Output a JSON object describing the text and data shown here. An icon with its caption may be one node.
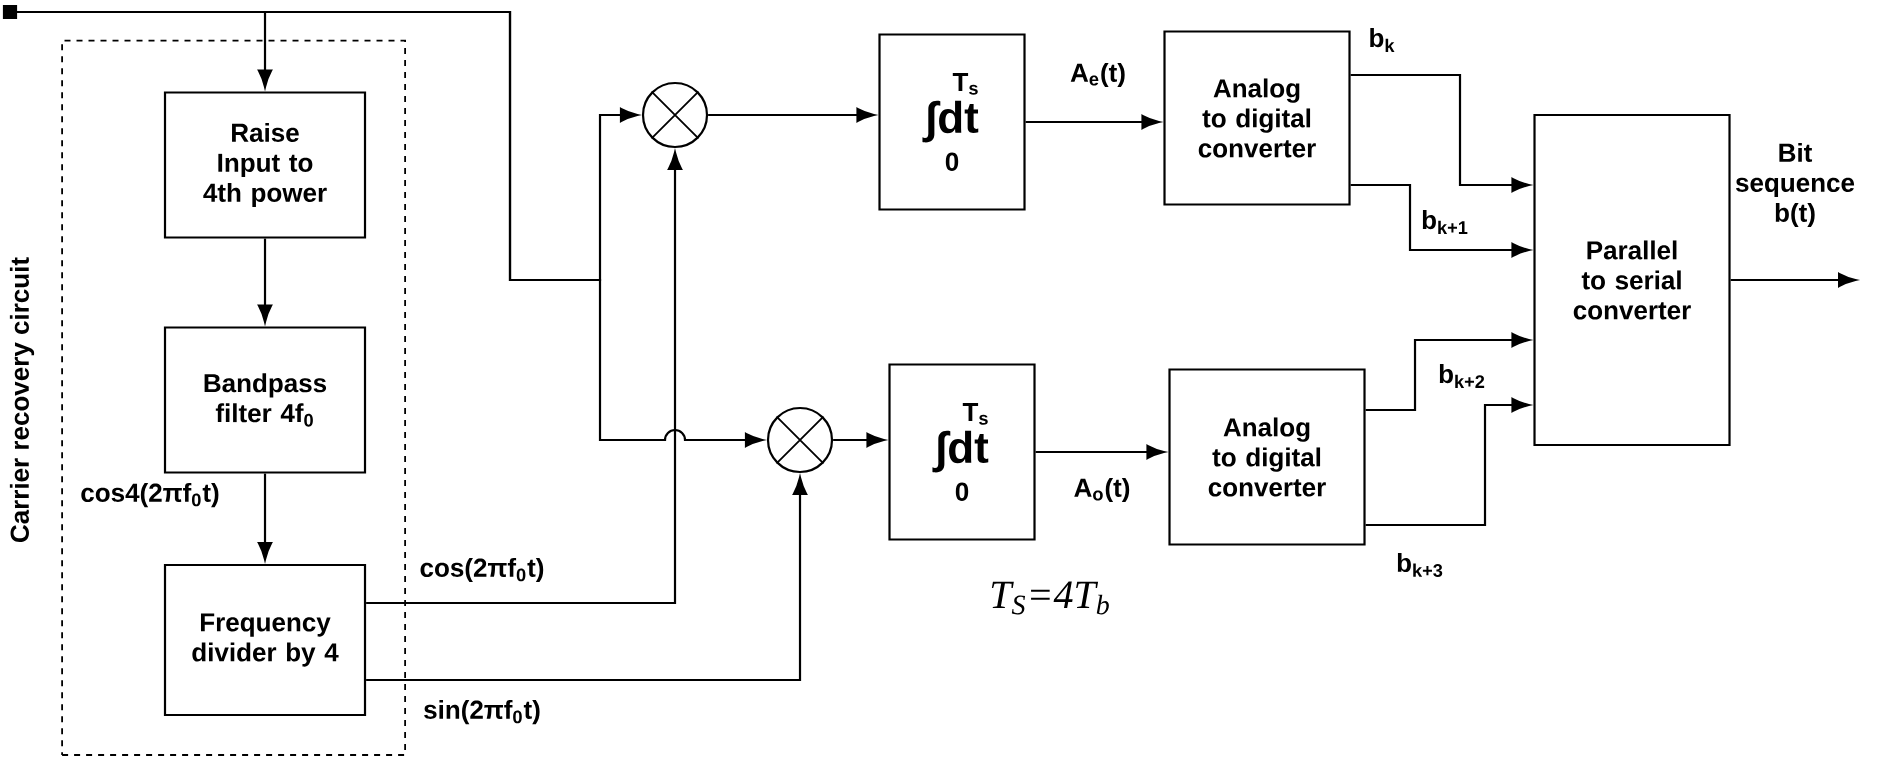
{
  "diagram": {
    "nodes": [
      {
        "text": [
          "Carrier recovery circuit"
        ]
      },
      {
        "text": [
          "Raise Input to 4th power"
        ],
        "in": 0
      },
      {
        "text": [
          "Bandpass filter 4f$_{0}$"
        ],
        "in": 0
      },
      {
        "text": [
          "Frequency divider by 4"
        ],
        "in": 0
      },
      {
        "text": [],
        "shape": "box"
      },
      {
        "text": [],
        "shape": "circle"
      },
      {
        "text": [],
        "shape": "circle"
      },
      {
        "text": [
          "T$_{s}$",
          "∫dt",
          "0"
        ]
      },
      {
        "text": [
          "T$_{s}$",
          "∫dt",
          "0"
        ]
      },
      {
        "text": [
          "Analog to digital converter"
        ]
      },
      {
        "text": [
          "Analog to digital converter"
        ]
      },
      {
        "text": [
          "Parallel to serial converter"
        ]
      }
    ],
    "edges": [
      {
        "from": 4,
        "to": 1,
        "arrow": "to"
      },
      {
        "from": 4,
        "to": 5,
        "arrow": "to"
      },
      {
        "from": 4,
        "to": 6,
        "arrow": "to"
      },
      {
        "from": 1,
        "to": 2,
        "arrow": "to"
      },
      {
        "from": 2,
        "to": 3,
        "arrow": "to",
        "label": "cos4(2πf$_{0}$t)"
      },
      {
        "from": 3,
        "to": 5,
        "arrow": "to",
        "label": "cos(2πf$_{0}$t)"
      },
      {
        "from": 3,
        "to": 6,
        "arrow": "to",
        "label": "sin(2πf$_{0}$t)"
      },
      {
        "from": 5,
        "to": 7,
        "arrow": "to"
      },
      {
        "from": 6,
        "to": 8,
        "arrow": "to"
      },
      {
        "from": 7,
        "to": 9,
        "arrow": "to",
        "label": "A$_{e}$(t)"
      },
      {
        "from": 8,
        "to": 10,
        "arrow": "to",
        "label": "A$_{o}$(t)"
      },
      {
        "from": 9,
        "to": 11,
        "arrow": "to",
        "label": "b$_{k}$"
      },
      {
        "from": 9,
        "to": 11,
        "arrow": "to",
        "label": "b$_{k+1}$"
      },
      {
        "from": 10,
        "to": 11,
        "arrow": "to",
        "label": "b$_{k+2}$"
      },
      {
        "from": 10,
        "to": 11,
        "arrow": "to",
        "label": "b$_{k+3}$"
      },
      {
        "from": 11,
        "to": null,
        "arrow": "to",
        "label": "Bit sequence b(t)"
      }
    ],
    "labels": [
      "T$_{S}$=4T$_{b}$"
    ]
  }
}
